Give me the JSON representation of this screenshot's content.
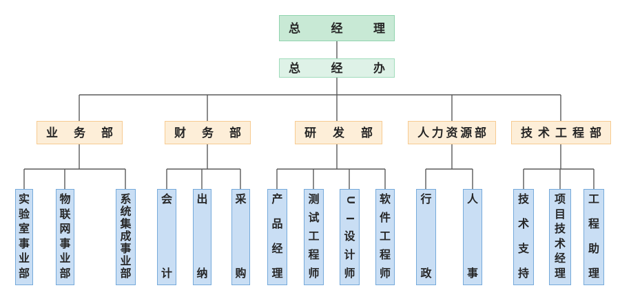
{
  "colors": {
    "level1_fill": "#c8e9d5",
    "level1_border": "#8fd3ad",
    "level2_fill": "#def2e7",
    "level2_border": "#9fdcba",
    "dept_fill": "#fdeed8",
    "dept_border": "#f7ca90",
    "leaf_fill": "#c9def4",
    "leaf_border": "#74a9da",
    "line": "#595959",
    "text": "#262626"
  },
  "org": {
    "root": {
      "label": "总经理"
    },
    "office": {
      "label": "总经办"
    },
    "departments": [
      {
        "label": "业务部",
        "children": [
          {
            "label": "实验室事业部"
          },
          {
            "label": "物联网事业部"
          },
          {
            "label": "系统集成事业部"
          }
        ]
      },
      {
        "label": "财务部",
        "children": [
          {
            "label": "会计"
          },
          {
            "label": "出纳"
          },
          {
            "label": "采购"
          }
        ]
      },
      {
        "label": "研发部",
        "children": [
          {
            "label": "产品经理"
          },
          {
            "label": "测试工程师"
          },
          {
            "label": "UI设计师"
          },
          {
            "label": "软件工程师"
          }
        ]
      },
      {
        "label": "人力资源部",
        "children": [
          {
            "label": "行政"
          },
          {
            "label": "人事"
          }
        ]
      },
      {
        "label": "技术工程部",
        "children": [
          {
            "label": "技术支持"
          },
          {
            "label": "项目技术经理"
          },
          {
            "label": "工程助理"
          }
        ]
      }
    ]
  }
}
